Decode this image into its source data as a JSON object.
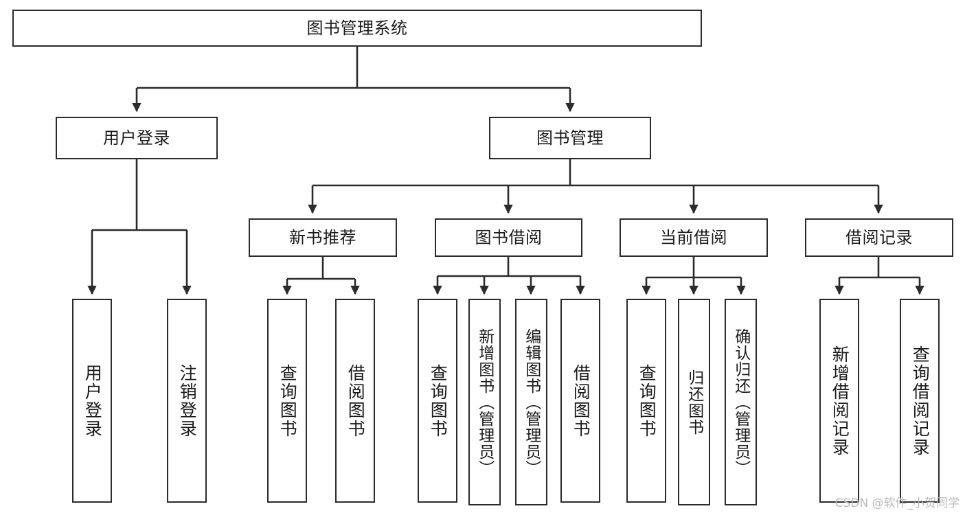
{
  "diagram": {
    "type": "tree-hierarchy",
    "title": "图书管理系统",
    "root": {
      "label": "图书管理系统"
    },
    "level2": [
      {
        "label": "用户登录"
      },
      {
        "label": "图书管理"
      }
    ],
    "level3": [
      {
        "label": "新书推荐"
      },
      {
        "label": "图书借阅"
      },
      {
        "label": "当前借阅"
      },
      {
        "label": "借阅记录"
      }
    ],
    "leaves": {
      "user_login": [
        {
          "label": "用户登录"
        },
        {
          "label": "注销登录"
        }
      ],
      "new_book_recommend": [
        {
          "label": "查询图书"
        },
        {
          "label": "借阅图书"
        }
      ],
      "book_borrow": [
        {
          "label": "查询图书"
        },
        {
          "label": "新增图书（管理员）"
        },
        {
          "label": "编辑图书（管理员）"
        },
        {
          "label": "借阅图书"
        }
      ],
      "current_borrow": [
        {
          "label": "查询图书"
        },
        {
          "label": "归还图书"
        },
        {
          "label": "确认归还（管理员）"
        }
      ],
      "borrow_record": [
        {
          "label": "新增借阅记录"
        },
        {
          "label": "查询借阅记录"
        }
      ]
    },
    "watermark": "CSDN @软件_小贺同学",
    "colors": {
      "stroke": "#2b2b2b",
      "fill": "#ffffff",
      "text": "#1a1a1a",
      "watermark": "#b9b9b9"
    }
  }
}
